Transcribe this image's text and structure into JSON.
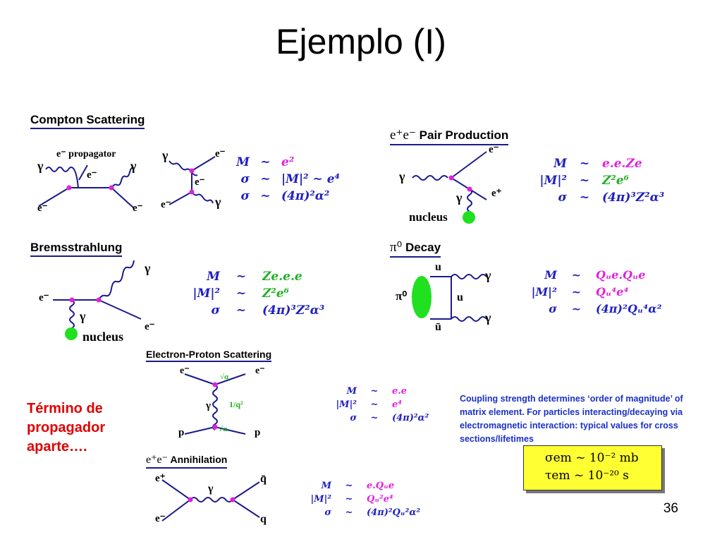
{
  "title": "Ejemplo (I)",
  "page_number": "36",
  "compton": {
    "heading": "Compton Scattering",
    "propagator_label": "e⁻ propagator",
    "eqs": [
      {
        "lhs": "M",
        "rhs": "e²"
      },
      {
        "lhs": "σ",
        "rhs": "|M|² ~ e⁴"
      },
      {
        "lhs": "σ",
        "rhs": "(4π)²α²"
      }
    ]
  },
  "pair": {
    "heading_pre": "e⁺e⁻",
    "heading": "Pair Production",
    "nucleus": "nucleus",
    "eqs": [
      {
        "lhs": "M",
        "rhs": "e.e.Ze"
      },
      {
        "lhs": "|M|²",
        "rhs": "Z²e⁶"
      },
      {
        "lhs": "σ",
        "rhs": "(4π)³Z²α³"
      }
    ]
  },
  "brems": {
    "heading": "Bremsstrahlung",
    "nucleus": "nucleus",
    "eqs": [
      {
        "lhs": "M",
        "rhs": "Ze.e.e"
      },
      {
        "lhs": "|M|²",
        "rhs": "Z²e⁶"
      },
      {
        "lhs": "σ",
        "rhs": "(4π)³Z²α³"
      }
    ]
  },
  "pi0": {
    "heading_pre": "π⁰",
    "heading": "Decay",
    "eqs": [
      {
        "lhs": "M",
        "rhs": "Qᵤe.Qᵤe"
      },
      {
        "lhs": "|M|²",
        "rhs": "Qᵤ⁴e⁴"
      },
      {
        "lhs": "σ",
        "rhs": "(4π)²Qᵤ⁴α²"
      }
    ]
  },
  "ep": {
    "heading": "Electron-Proton Scattering",
    "sqrt_alpha": "√α",
    "prop": "1/q²",
    "eqs": [
      {
        "lhs": "M",
        "rhs": "e.e"
      },
      {
        "lhs": "|M|²",
        "rhs": "e⁴"
      },
      {
        "lhs": "σ",
        "rhs": "(4π)²α²"
      }
    ]
  },
  "annih": {
    "heading_pre": "e⁺e⁻",
    "heading": "Annihilation",
    "eqs": [
      {
        "lhs": "M",
        "rhs": "e.Qᵤe"
      },
      {
        "lhs": "|M|²",
        "rhs": "Qᵤ²e⁴"
      },
      {
        "lhs": "σ",
        "rhs": "(4π)²Qᵤ²α²"
      }
    ]
  },
  "particles": {
    "gamma": "γ",
    "eminus": "e⁻",
    "eplus": "e⁺",
    "p": "p",
    "u": "u",
    "ubar": "ū",
    "q": "q",
    "qbar": "q̄",
    "pi0": "π⁰"
  },
  "note_lines": [
    "Término de",
    "propagador",
    "aparte…."
  ],
  "coupling_text": "Coupling strength determines ‘order of magnitude’ of matrix element. For particles interacting/decaying via electromagnetic interaction: typical values for cross sections/lifetimes",
  "box": {
    "line1": "σem ~ 10⁻² mb",
    "line2": "τem ~ 10⁻²⁰ s"
  },
  "colors": {
    "line": "#1a1a8c",
    "vertex": "#e020e0",
    "nucleus": "#20e020",
    "eq": "#2020c0",
    "note": "#e00000",
    "box": "#ffff33"
  }
}
